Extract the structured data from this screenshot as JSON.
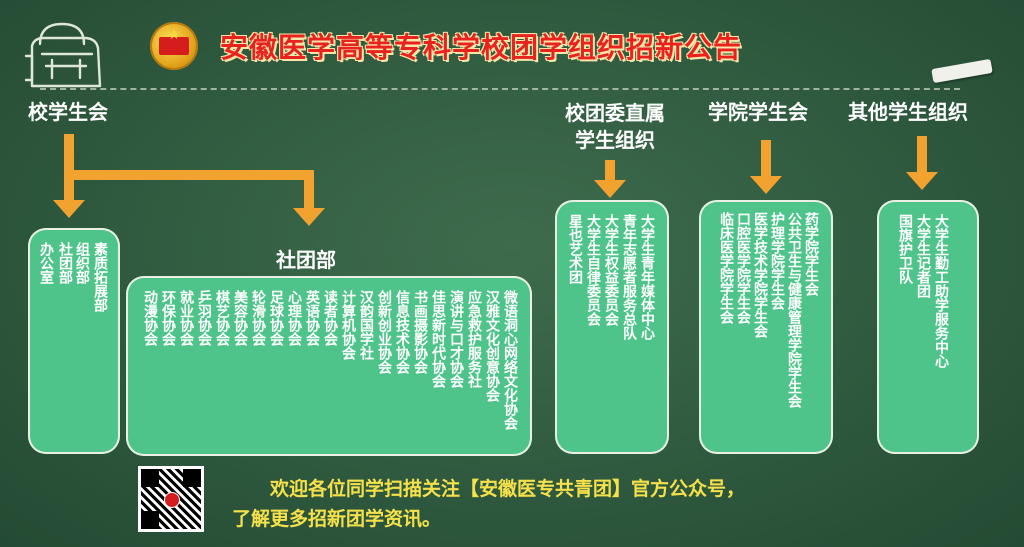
{
  "title": "安徽医学高等专科学校团学组织招新公告",
  "sections": {
    "student_union": "校学生会",
    "youth_league": "校团委直属\n学生组织",
    "college_union": "学院学生会",
    "other": "其他学生组织"
  },
  "subheaders": {
    "clubs": "社团部"
  },
  "student_union_units": [
    "素质拓展部",
    "组织部",
    "社团部",
    "办公室"
  ],
  "clubs": [
    "微语洞心网络文化协会",
    "汉雅文化创意协会",
    "应急救护服务社",
    "演讲与口才协会",
    "佳思新时代协会",
    "书画摄影协会",
    "信息技术协会",
    "创新创业协会",
    "汉韵国学社",
    "计算机协会",
    "读者协会",
    "英语协会",
    "心理协会",
    "足球协会",
    "轮滑协会",
    "美容协会",
    "棋艺协会",
    "乒羽协会",
    "就业协会",
    "环保协会",
    "动漫协会"
  ],
  "youth_league_units": [
    "大学生青年媒体中心",
    "青年志愿者服务总队",
    "大学生权益委员会",
    "大学生自律委员会",
    "星也艺术团"
  ],
  "college_units": [
    "药学院学生会",
    "公共卫生与健康管理学院学生会",
    "护理学院学生会",
    "医学技术学院学生会",
    "口腔医学院学生会",
    "临床医学院学生会"
  ],
  "other_units": [
    "大学生勤工助学服务中心",
    "大学生记者团",
    "国旗护卫队"
  ],
  "welcome": {
    "line1": "欢迎各位同学扫描关注【安徽医专共青团】官方公众号，",
    "line2": "了解更多招新团学资讯。"
  },
  "colors": {
    "board": "#2f5a3f",
    "box": "#4ec48a",
    "arrow": "#f2a22e",
    "title": "#e8231f",
    "welcome": "#f7e14b"
  },
  "icons": [
    "backpack-icon",
    "league-emblem-icon",
    "chalk-icon",
    "qr-code-icon"
  ]
}
